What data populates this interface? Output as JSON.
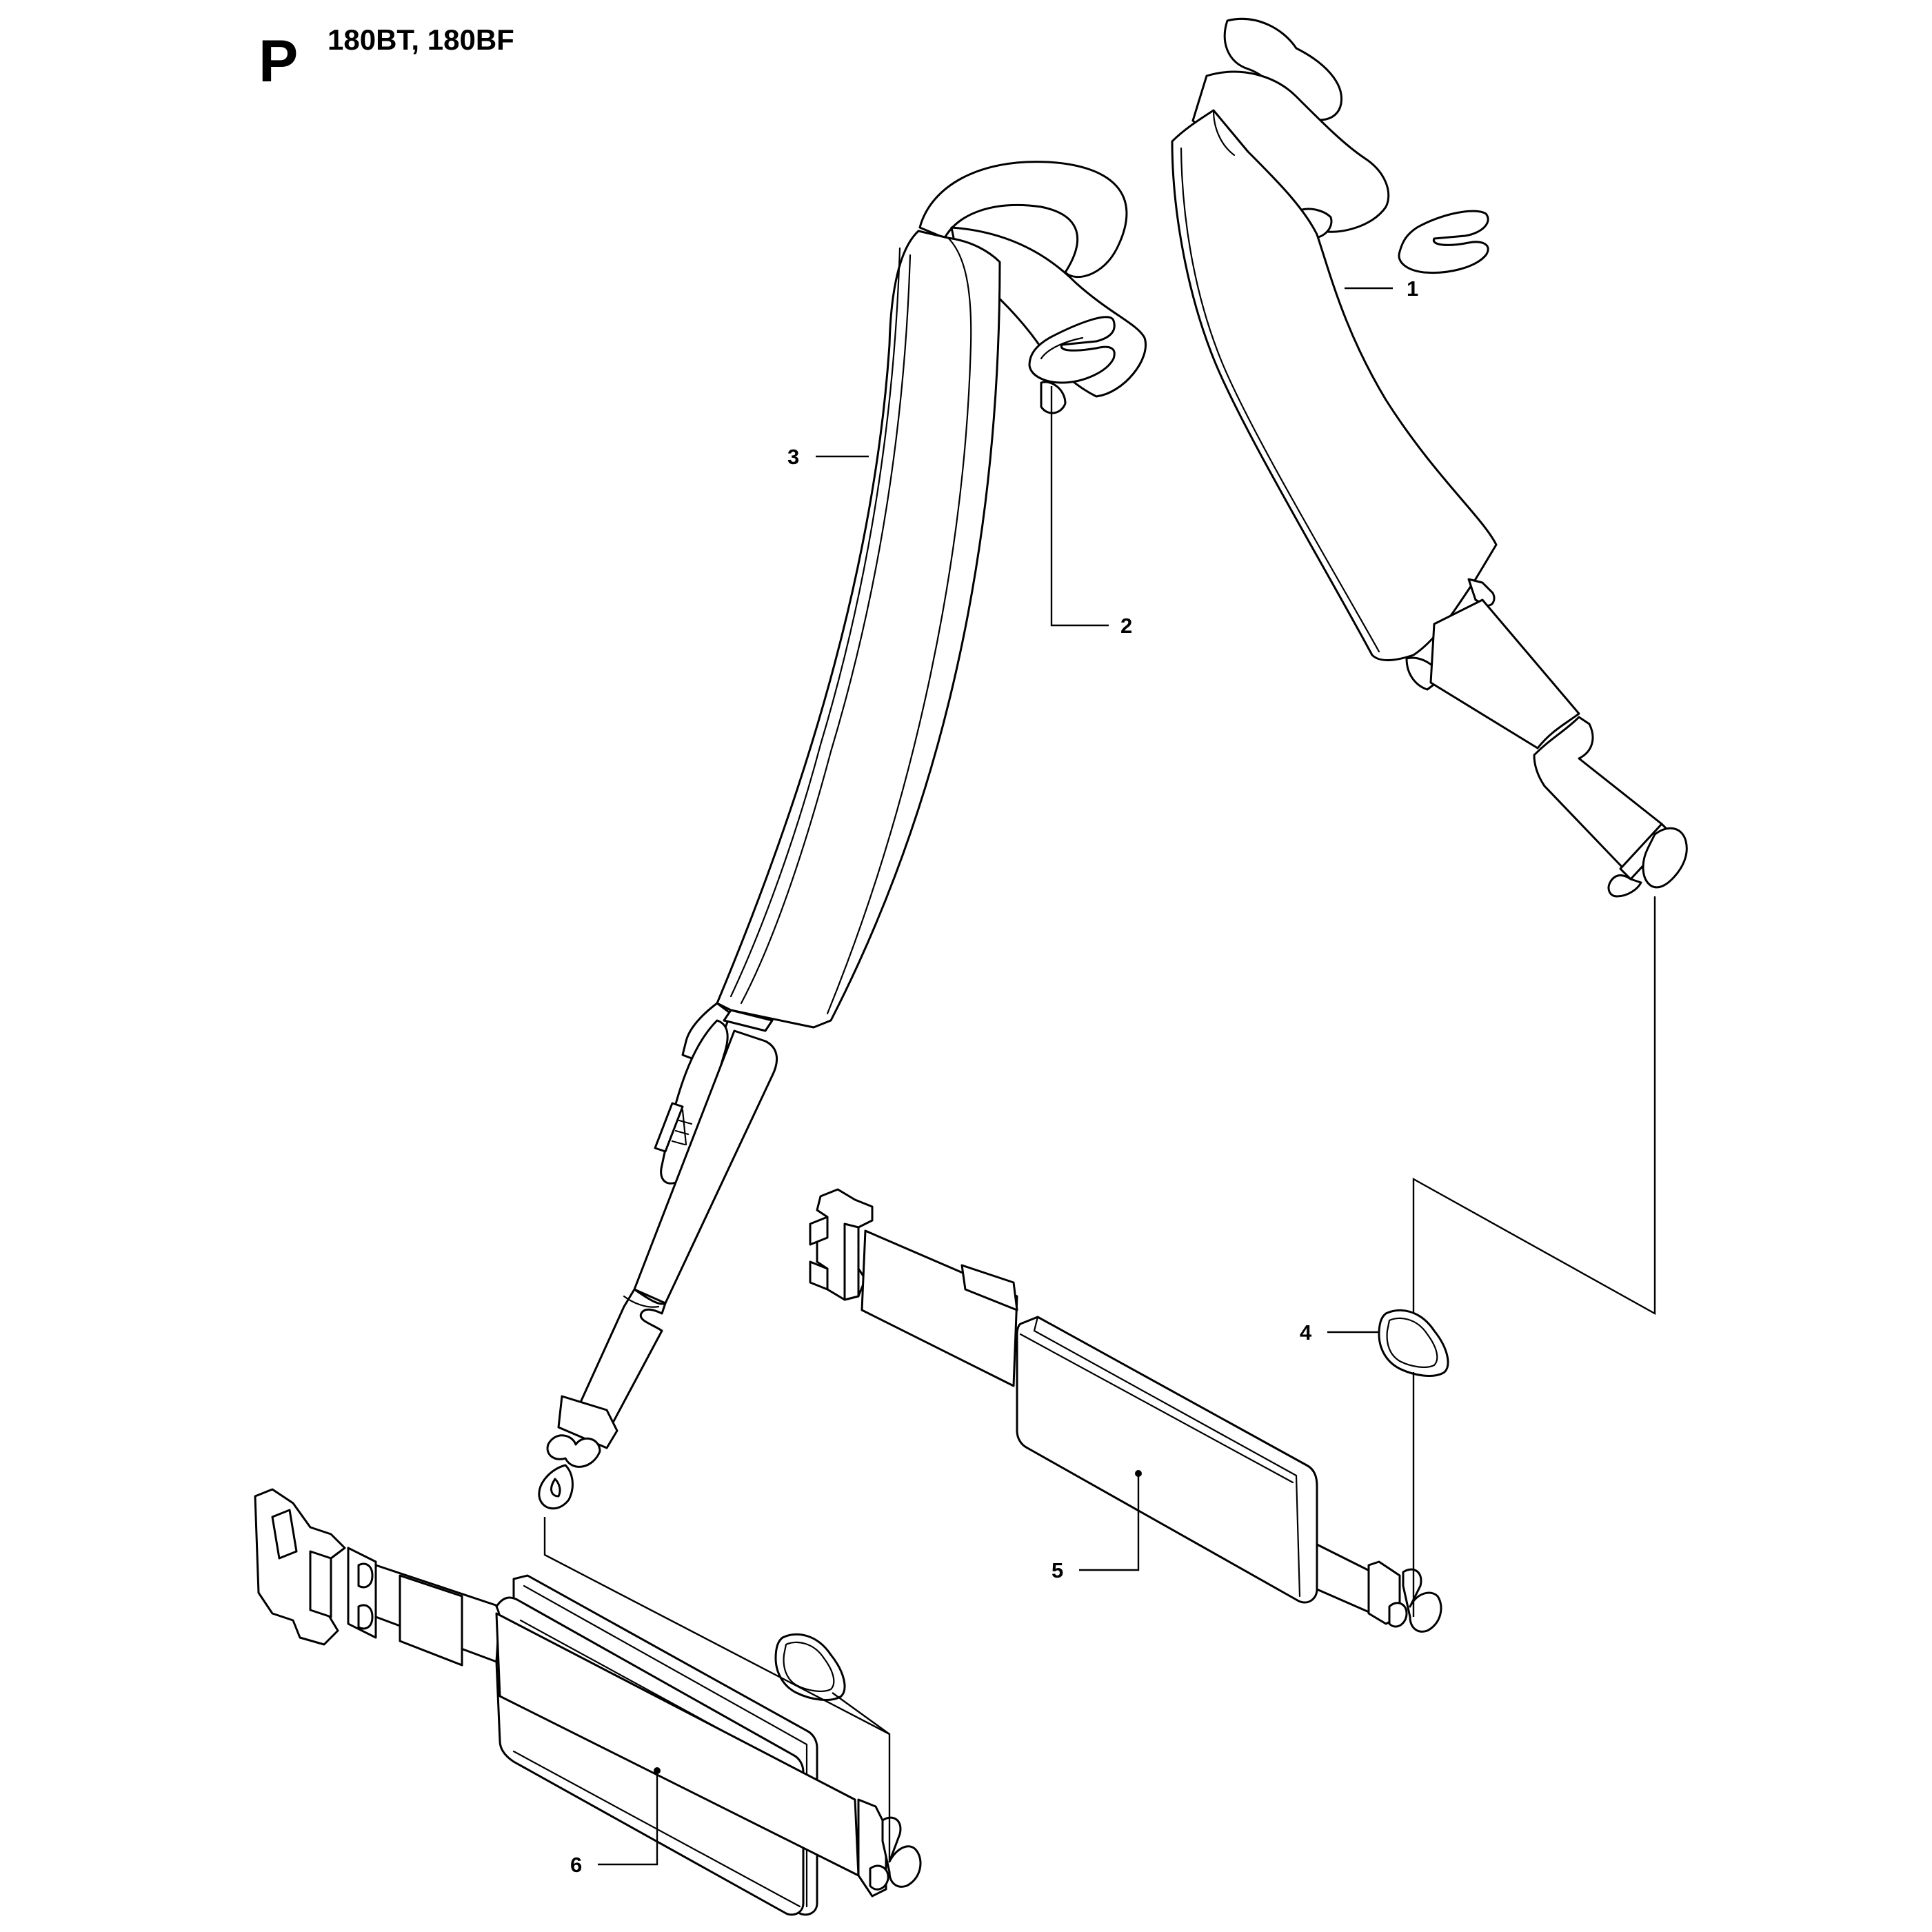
{
  "header": {
    "section_letter": "P",
    "models": "180BT, 180BF"
  },
  "callouts": [
    {
      "number": "1",
      "part": "right-shoulder-strap"
    },
    {
      "number": "2",
      "part": "strap-clip"
    },
    {
      "number": "3",
      "part": "left-shoulder-strap"
    },
    {
      "number": "4",
      "part": "d-ring"
    },
    {
      "number": "5",
      "part": "hip-pad-right"
    },
    {
      "number": "6",
      "part": "hip-pad-left-with-buckle"
    }
  ],
  "colors": {
    "line": "#000000",
    "background": "#ffffff"
  }
}
